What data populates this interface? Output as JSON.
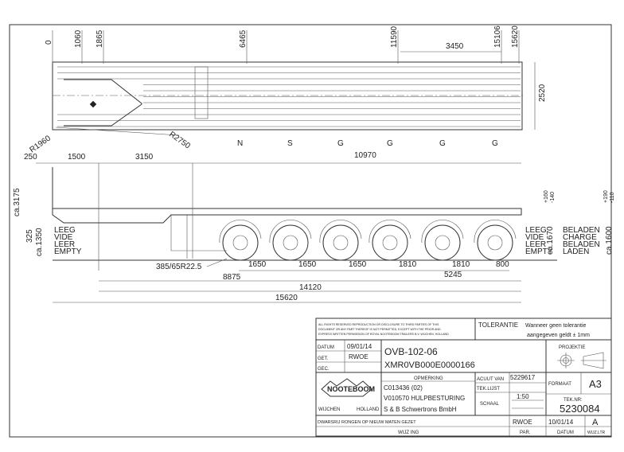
{
  "plan_view": {
    "top_dims": [
      "0",
      "1060",
      "1865",
      "6465",
      "11590",
      "15106",
      "15620"
    ],
    "dim_3450": "3450",
    "dim_2520": "2520",
    "radius_front": "R1960",
    "radius_kingpin": "R2750",
    "axle_letters": [
      "N",
      "S",
      "G",
      "G",
      "G",
      "G"
    ],
    "row_dims": [
      "250",
      "1500",
      "3150",
      "10970"
    ]
  },
  "side_view": {
    "height_total": "ca.3175",
    "height_325": "325",
    "height_1350": "ca.1350",
    "empty_labels": [
      "LEEG",
      "VIDE",
      "LEER",
      "EMPTY"
    ],
    "empty_labels_right": [
      "LEEG",
      "VIDE",
      "LEER",
      "EMPTY"
    ],
    "laden_labels": [
      "BELADEN",
      "CHARGE",
      "BELADEN",
      "LADEN"
    ],
    "height_1670": "ca.1670",
    "height_1600": "ca.1600",
    "tol_1670": [
      "+160",
      "-140"
    ],
    "tol_1600": [
      "+190",
      "-110"
    ],
    "tyre": "385/65R22.5",
    "axle_dims": [
      "1650",
      "1650",
      "1650",
      "1810",
      "1810",
      "800"
    ],
    "dim_8875": "8875",
    "dim_5245": "5245",
    "dim_14120": "14120",
    "dim_15620": "15620"
  },
  "title_block": {
    "rights": [
      "ALL RIGHTS RESERVED REPRODUCTION OR DISCLOSURE TO THIRD PARTIES OF THIS",
      "DOCUMENT OR ANY PART THEREOF IS NOT PERMITTED, EXCEPT WITH THE PRIOR AND",
      "EXPRESS WRITTEN PERMISSION OF ROYAL NOOTEBOOM TRAILERS B.V. WIJCHEN, HOLLAND"
    ],
    "tolerantie_label": "TOLERANTIE",
    "tolerantie_text1": "Wanneer geen tolerantie",
    "tolerantie_text2": "aangegeven geldt ± 1mm",
    "datum_label": "DATUM",
    "datum_value": "09/01/14",
    "get_label": "GET.",
    "get_value": "RWOE",
    "gec_label": "GEC.",
    "drawing_title1": "OVB-102-06",
    "drawing_title2": "XMR0VB000E0000166",
    "projektie_label": "PROJEKTIE",
    "logo_text": "NOOTEBOOM",
    "city": "WIJCHEN",
    "country": "HOLLAND",
    "opmerking_label": "OPMERKING",
    "opmerking_lines": [
      "C013436 (02)",
      "V010570 HULPBESTURING",
      "S & B Schwertrons BmbH"
    ],
    "acuut_label": "ACUUT VAN",
    "acuut_value": "5229617",
    "teklijst_label": "TEK.LIJST",
    "schaal_label": "SCHAAL",
    "schaal_value": "1:50",
    "formaat_label": "FORMAAT",
    "formaat_value": "A3",
    "teknr_label": "TEK.NR:",
    "teknr_value": "5230084",
    "change_text": "DWARSRIJ RONGEN OP NIEUW MATEN GEZET",
    "change_par": "RWOE",
    "change_date": "10/01/14",
    "change_letter": "A",
    "wijziging_label": "WIJZ  ING",
    "par_label": "PAR.",
    "datum2_label": "DATUM",
    "wijzltr_label": "WIJZ.LTR"
  }
}
